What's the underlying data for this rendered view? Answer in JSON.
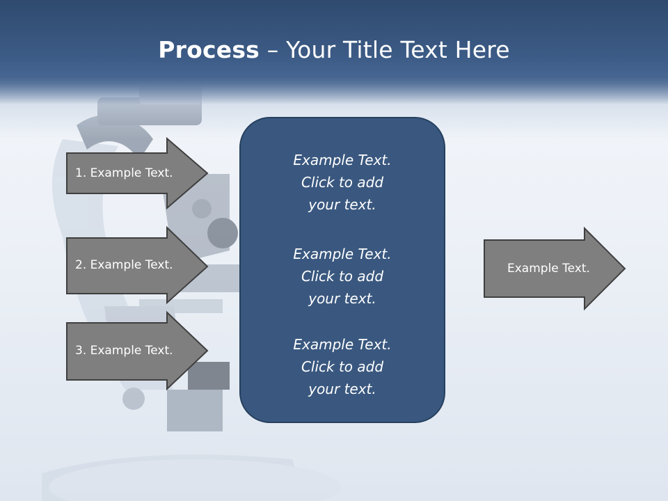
{
  "slide": {
    "title_bold": "Process",
    "title_rest": " – Your Title Text Here"
  },
  "left_arrows": [
    {
      "label": "1. Example Text."
    },
    {
      "label": "2. Example Text."
    },
    {
      "label": "3. Example Text."
    }
  ],
  "center_box": {
    "paragraphs": [
      {
        "line1": "Example Text.",
        "line2": "Click  to add",
        "line3": "your text."
      },
      {
        "line1": "Example Text.",
        "line2": "Click  to add",
        "line3": "your text."
      },
      {
        "line1": "Example Text.",
        "line2": "Click  to add",
        "line3": "your text."
      }
    ]
  },
  "right_arrow": {
    "label": "Example Text."
  },
  "colors": {
    "header": "#3c5b86",
    "arrow_fill": "#7f7f7f",
    "arrow_stroke": "#3f3f3f",
    "box_fill": "#3a587f",
    "box_stroke": "#25405f"
  },
  "background_image": "microscope"
}
